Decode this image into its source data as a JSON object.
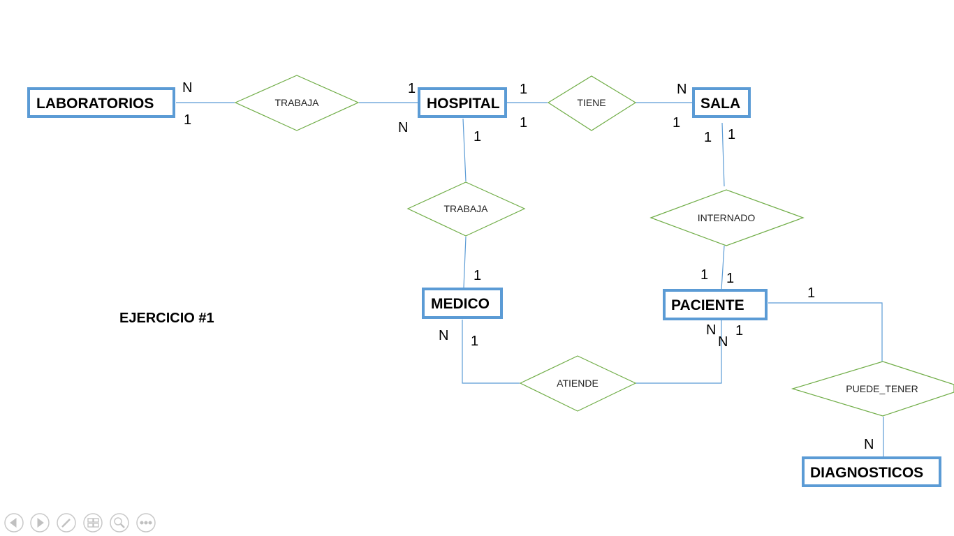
{
  "diagram": {
    "title": "EJERCICIO #1",
    "entities": {
      "laboratorios": "LABORATORIOS",
      "hospital": "HOSPITAL",
      "sala": "SALA",
      "medico": "MEDICO",
      "paciente": "PACIENTE",
      "diagnosticos": "DIAGNOSTICOS"
    },
    "relationships": {
      "trabaja_lab": "TRABAJA",
      "tiene": "TIENE",
      "trabaja_medico": "TRABAJA",
      "internado": "INTERNADO",
      "atiende": "ATIENDE",
      "puede_tener": "PUEDE_TENER"
    },
    "cardinalities": {
      "lab_top": "N",
      "lab_bottom": "1",
      "hosp_left_top": "1",
      "hosp_left_bottom": "N",
      "hosp_right_top": "1",
      "hosp_right_bottom": "1",
      "sala_left_top": "N",
      "sala_left_bottom": "1",
      "hosp_down": "1",
      "sala_down_left": "1",
      "sala_down_right": "1",
      "medico_up": "1",
      "paciente_up_left": "1",
      "paciente_up_right": "1",
      "paciente_right": "1",
      "medico_down_n": "N",
      "medico_down_1": "1",
      "paciente_down_n1": "N",
      "paciente_down_1": "1",
      "paciente_down_n2": "N",
      "diag_up": "N"
    }
  },
  "toolbar": {
    "buttons": [
      "previous-icon",
      "next-icon",
      "pen-icon",
      "slides-icon",
      "zoom-icon",
      "more-icon"
    ]
  }
}
